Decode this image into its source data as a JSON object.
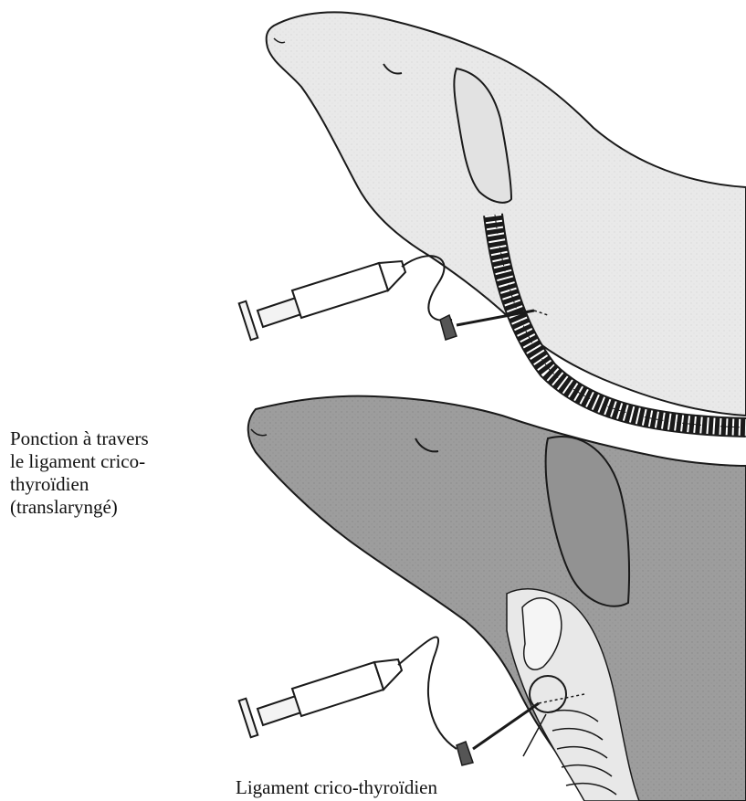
{
  "captions": {
    "procedure_lines": [
      "Ponction à travers",
      "le ligament crico-",
      "thyroïdien",
      "(translaryngé)"
    ],
    "ligament_label": "Ligament crico-thyroïdien"
  }
}
